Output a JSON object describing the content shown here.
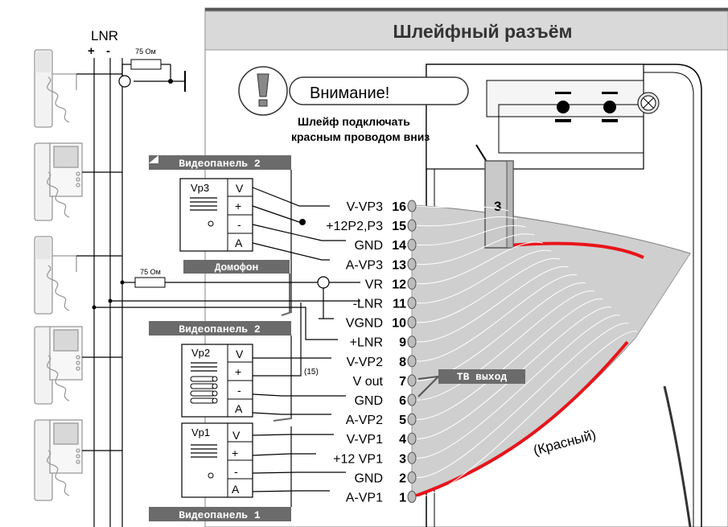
{
  "header": {
    "title": "Шлейфный разъём"
  },
  "warning": {
    "title": "Внимание!",
    "note_line1": "Шлейф подключать",
    "note_line2": "красным проводом вниз"
  },
  "connector": {
    "number": "3"
  },
  "bus": {
    "name": "LNR",
    "plus": "+",
    "minus": "-"
  },
  "resistor_label": "75 Ом",
  "panels": {
    "vp2_top": "Видеопанель 2",
    "intercom": "Домофон",
    "vp2": "Видеопанель 2",
    "vp1": "Видеопанель 1"
  },
  "blocks": {
    "vp3": {
      "name": "Vp3",
      "terms": [
        "V",
        "+",
        "-",
        "A"
      ]
    },
    "vp2": {
      "name": "Vp2",
      "terms": [
        "V",
        "+",
        "-",
        "A"
      ]
    },
    "vp1": {
      "name": "Vp1",
      "terms": [
        "V",
        "+",
        "-",
        "A"
      ]
    }
  },
  "pins": [
    {
      "label": "V-VP3",
      "num": "16"
    },
    {
      "label": "+12P2,P3",
      "num": "15"
    },
    {
      "label": "GND",
      "num": "14"
    },
    {
      "label": "A-VP3",
      "num": "13"
    },
    {
      "label": "VR",
      "num": "12"
    },
    {
      "label": "-LNR",
      "num": "11"
    },
    {
      "label": "VGND",
      "num": "10"
    },
    {
      "label": "+LNR",
      "num": "9"
    },
    {
      "label": "V-VP2",
      "num": "8"
    },
    {
      "label": "V out",
      "num": "7"
    },
    {
      "label": "GND",
      "num": "6"
    },
    {
      "label": "A-VP2",
      "num": "5"
    },
    {
      "label": "V-VP1",
      "num": "4"
    },
    {
      "label": "+12 VP1",
      "num": "3"
    },
    {
      "label": "GND",
      "num": "2"
    },
    {
      "label": "A-VP1",
      "num": "1"
    }
  ],
  "note_15": "(15)",
  "tv_out": "ТВ выход",
  "red_label": "(Красный)",
  "colors": {
    "wire_red": "#e8141b",
    "header_bg": "#d9d9d9",
    "tag_bg": "#6b6b6b",
    "ribbon": "#cfcfcf"
  }
}
